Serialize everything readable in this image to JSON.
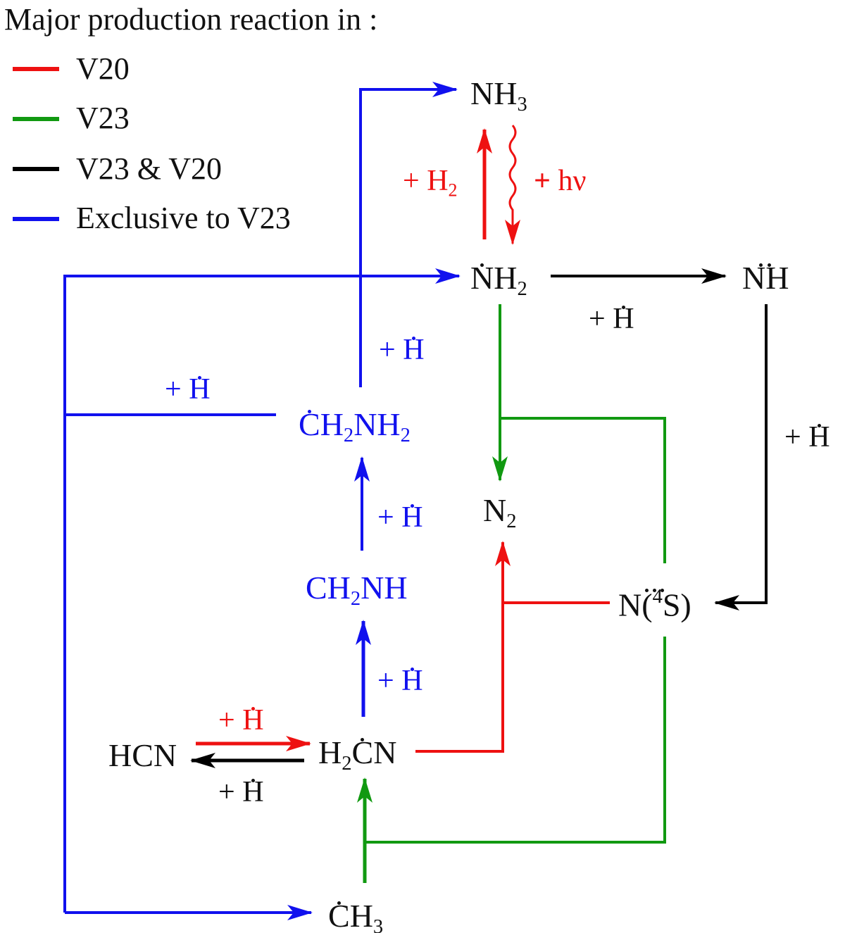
{
  "legend": {
    "title": "Major production reaction in :",
    "items": [
      {
        "label": "V20",
        "color": "#ee1111"
      },
      {
        "label": "V23",
        "color": "#119911"
      },
      {
        "label": "V23 & V20",
        "color": "#000000"
      },
      {
        "label": "Exclusive to V23",
        "color": "#1111ee"
      }
    ]
  },
  "species": {
    "nh3": {
      "a": "NH",
      "sub": "3"
    },
    "nh2": {
      "r": "N",
      "a": "H",
      "sub": "2"
    },
    "nh": {
      "r": "N",
      "a": "H"
    },
    "n4s": {
      "r": "N",
      "a": "(",
      "sup": "4",
      "b": "S)"
    },
    "n2": {
      "a": "N",
      "sub": "2"
    },
    "ch2nh2": {
      "r": "C",
      "a": "H",
      "sub": "2",
      "b": "NH",
      "sub2": "2"
    },
    "ch2nh": {
      "a": "CH",
      "sub": "2",
      "b": "NH"
    },
    "h2cn": {
      "a": "H",
      "sub": "2",
      "r": "C",
      "b": "N"
    },
    "hcn": {
      "a": "HCN"
    },
    "ch3": {
      "r": "C",
      "a": "H",
      "sub": "3"
    }
  },
  "reactants": {
    "plus": "+",
    "h2": {
      "a": "H",
      "sub": "2"
    },
    "h": "H",
    "hv": "hν"
  },
  "colors": {
    "red": "#ee1111",
    "green": "#119911",
    "black": "#000000",
    "blue": "#1111ee"
  }
}
